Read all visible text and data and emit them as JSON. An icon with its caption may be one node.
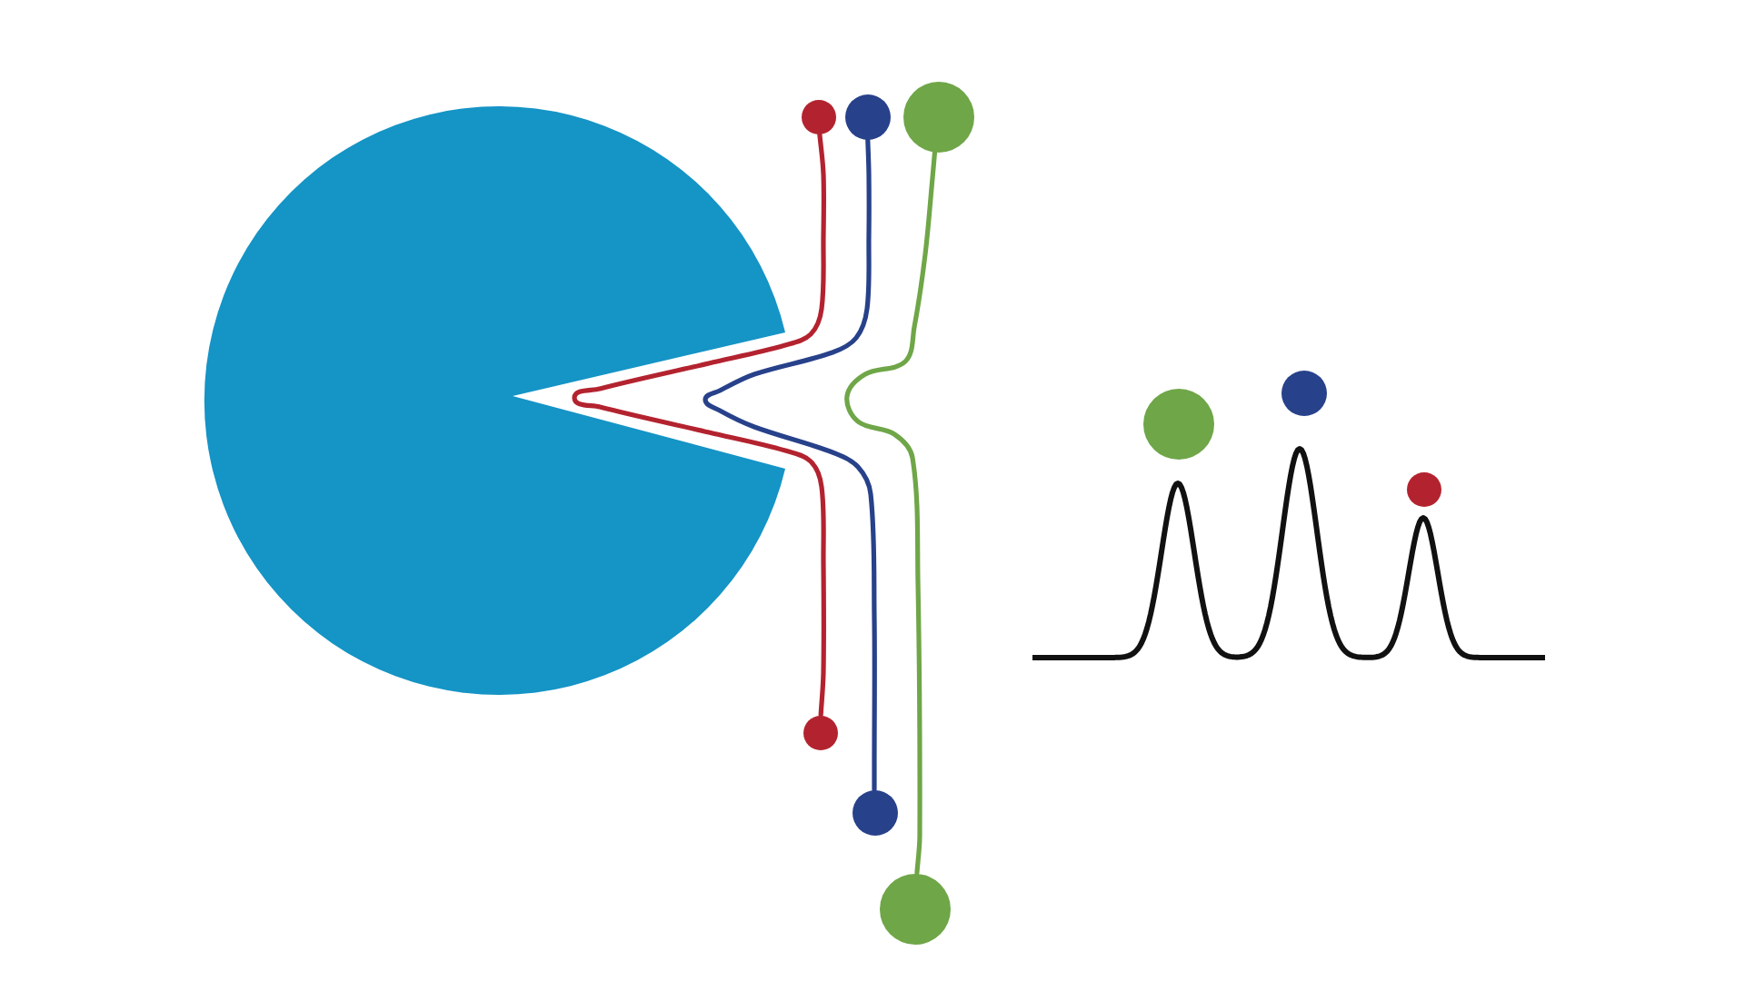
{
  "diagram": {
    "nodes": [
      {
        "text": [],
        "shape": "circle"
      },
      {
        "text": [],
        "shape": "circle"
      },
      {
        "text": [],
        "shape": "circle"
      },
      {
        "text": [],
        "shape": "circle"
      },
      {
        "text": [],
        "shape": "circle"
      },
      {
        "text": [],
        "shape": "circle"
      },
      {
        "text": [],
        "shape": "circle"
      },
      {
        "text": [],
        "shape": "circle"
      },
      {
        "text": [],
        "shape": "circle"
      }
    ],
    "edges": [
      {
        "from": 0,
        "to": 3,
        "arrow": "none",
        "color": "#b3232f"
      },
      {
        "from": 1,
        "to": 4,
        "arrow": "none",
        "color": "#27418a"
      },
      {
        "from": 2,
        "to": 5,
        "arrow": "none",
        "color": "#6fa648"
      }
    ]
  }
}
